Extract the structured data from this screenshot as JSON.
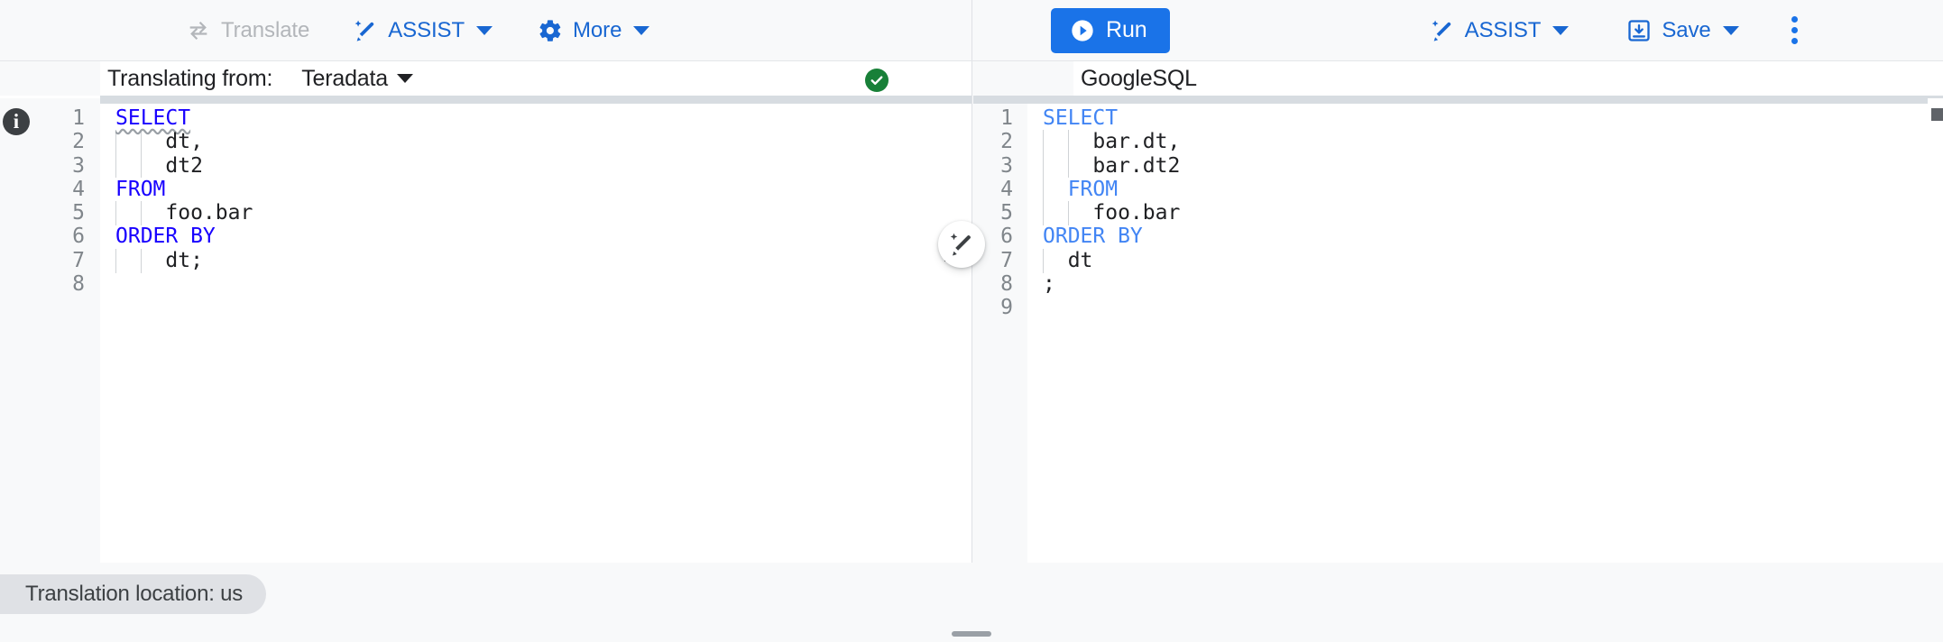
{
  "toolbar": {
    "left": [
      {
        "name": "translate",
        "label": "Translate",
        "icon": "translate-swap-icon",
        "disabled": true,
        "caret": false
      },
      {
        "name": "assist",
        "label": "ASSIST",
        "icon": "magic-wand-icon",
        "disabled": false,
        "caret": true
      },
      {
        "name": "more",
        "label": "More",
        "icon": "gear-icon",
        "disabled": false,
        "caret": true
      }
    ],
    "run_label": "Run",
    "right": [
      {
        "name": "assist",
        "label": "ASSIST",
        "icon": "magic-wand-icon",
        "caret": true
      },
      {
        "name": "save",
        "label": "Save",
        "icon": "save-download-icon",
        "caret": true
      }
    ],
    "overflow_icon": "kebab-menu-icon"
  },
  "source_panel": {
    "translating_from_label": "Translating from:",
    "dialect": "Teradata",
    "status_icon": "check-circle-icon",
    "status_color": "#188038",
    "line_numbers": [
      "1",
      "2",
      "3",
      "4",
      "5",
      "6",
      "7",
      "8"
    ],
    "code_lines": [
      {
        "indent": 0,
        "tokens": [
          {
            "text": "SELECT",
            "style": "keyword-error"
          }
        ]
      },
      {
        "indent": 2,
        "tokens": [
          {
            "text": "dt,",
            "style": "plain"
          }
        ]
      },
      {
        "indent": 2,
        "tokens": [
          {
            "text": "dt2",
            "style": "plain"
          }
        ]
      },
      {
        "indent": 0,
        "tokens": [
          {
            "text": "FROM",
            "style": "keyword"
          }
        ]
      },
      {
        "indent": 2,
        "tokens": [
          {
            "text": "foo.bar",
            "style": "plain"
          }
        ]
      },
      {
        "indent": 0,
        "tokens": [
          {
            "text": "ORDER BY",
            "style": "keyword"
          }
        ]
      },
      {
        "indent": 2,
        "tokens": [
          {
            "text": "dt;",
            "style": "plain"
          }
        ]
      },
      {
        "indent": 0,
        "tokens": []
      }
    ],
    "info_icon": "info-icon"
  },
  "target_panel": {
    "dialect": "GoogleSQL",
    "line_numbers": [
      "1",
      "2",
      "3",
      "4",
      "5",
      "6",
      "7",
      "8",
      "9"
    ],
    "code_lines": [
      {
        "indent": 0,
        "tokens": [
          {
            "text": "SELECT",
            "style": "keyword-soft"
          }
        ]
      },
      {
        "indent": 2,
        "tokens": [
          {
            "text": "bar.dt,",
            "style": "plain"
          }
        ]
      },
      {
        "indent": 2,
        "tokens": [
          {
            "text": "bar.dt2",
            "style": "plain"
          }
        ]
      },
      {
        "indent": 1,
        "tokens": [
          {
            "text": "FROM",
            "style": "keyword-soft"
          }
        ]
      },
      {
        "indent": 2,
        "tokens": [
          {
            "text": "foo.bar",
            "style": "plain"
          }
        ]
      },
      {
        "indent": 0,
        "tokens": [
          {
            "text": "ORDER BY",
            "style": "keyword-soft"
          }
        ]
      },
      {
        "indent": 1,
        "tokens": [
          {
            "text": "dt",
            "style": "plain"
          }
        ]
      },
      {
        "indent": 0,
        "tokens": [
          {
            "text": ";",
            "style": "plain"
          }
        ]
      },
      {
        "indent": 0,
        "tokens": []
      }
    ],
    "fab_icon": "magic-wand-icon"
  },
  "status_bar": {
    "location_chip": "Translation location: us"
  },
  "colors": {
    "accent_blue": "#1a73e8",
    "link_blue": "#1967d2",
    "keyword_blue": "#1800ff",
    "keyword_soft_blue": "#4285f4",
    "success_green": "#188038",
    "surface": "#f8f9fa",
    "disabled_grey": "#b3b6ba"
  }
}
